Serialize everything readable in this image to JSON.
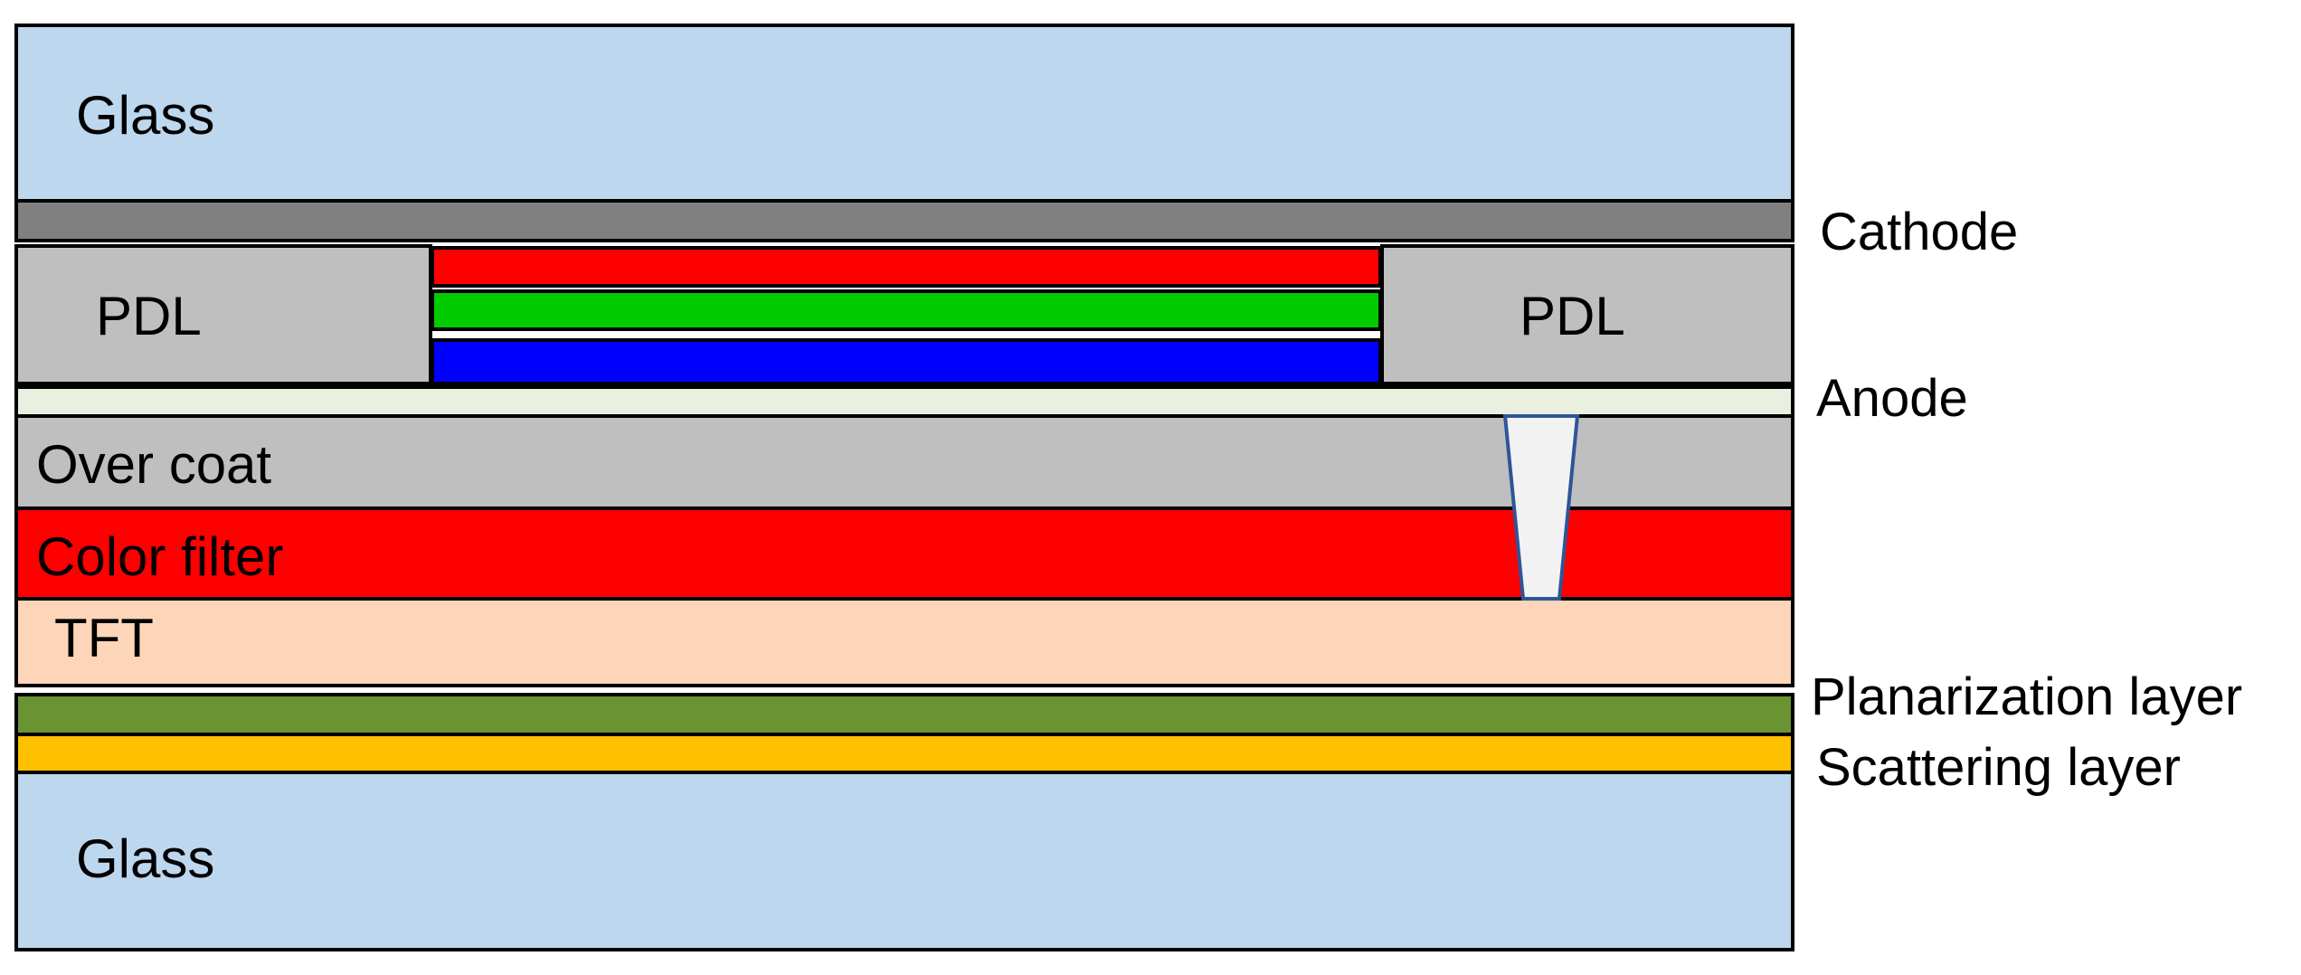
{
  "diagram": {
    "layers": {
      "top_glass": "Glass",
      "pdl_left": "PDL",
      "pdl_right": "PDL",
      "over_coat": "Over coat",
      "color_filter": "Color filter",
      "tft": "TFT",
      "bottom_glass": "Glass"
    },
    "side_labels": {
      "cathode": "Cathode",
      "anode": "Anode",
      "planarization": "Planarization layer",
      "scattering": "Scattering layer"
    },
    "colors": {
      "glass": "#BDD7EE",
      "cathode": "#808080",
      "pdl": "#BFBFBF",
      "emitter_red": "#FF0000",
      "emitter_green": "#00CC00",
      "emitter_blue": "#0000FF",
      "anode": "#E9F0DF",
      "over_coat": "#BFBFBF",
      "color_filter": "#FF0000",
      "tft": "#FDD5B9",
      "planarization": "#6A9332",
      "scattering": "#FFC000",
      "via": "#F2F2F2",
      "via_stroke": "#2F5597",
      "outline": "#000000"
    }
  }
}
